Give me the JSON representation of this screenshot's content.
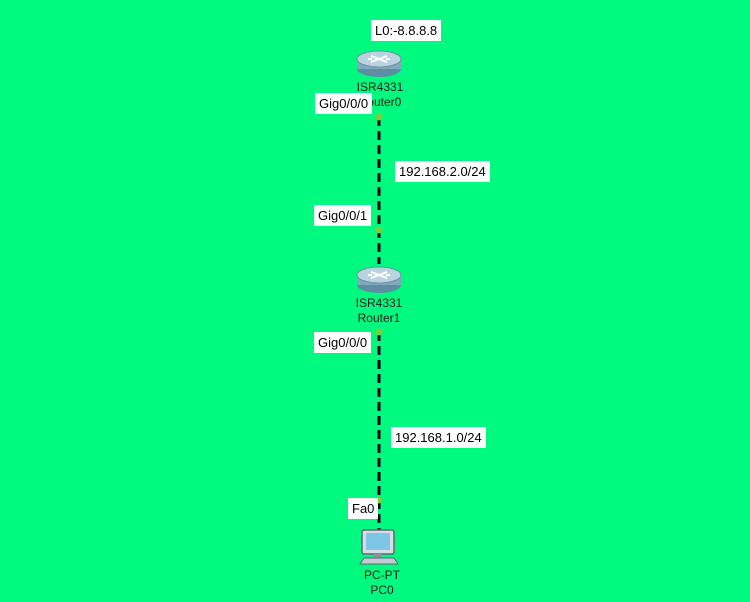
{
  "topology": {
    "background_color": "#00fa7f",
    "link_color": "#000000",
    "port_light_color": "#7ccf3a",
    "router0": {
      "icon": "router-icon",
      "model": "ISR4331",
      "name": "Router0",
      "loopback_label": "L0:-8.8.8.8"
    },
    "router1": {
      "icon": "router-icon",
      "model": "ISR4331",
      "name": "Router1"
    },
    "pc0": {
      "icon": "pc-icon",
      "model": "PC-PT",
      "name": "PC0"
    },
    "links": [
      {
        "network": "192.168.2.0/24",
        "end_a_port": "Gig0/0/0",
        "end_b_port": "Gig0/0/1"
      },
      {
        "network": "192.168.1.0/24",
        "end_a_port": "Gig0/0/0",
        "end_b_port": "Fa0"
      }
    ]
  }
}
